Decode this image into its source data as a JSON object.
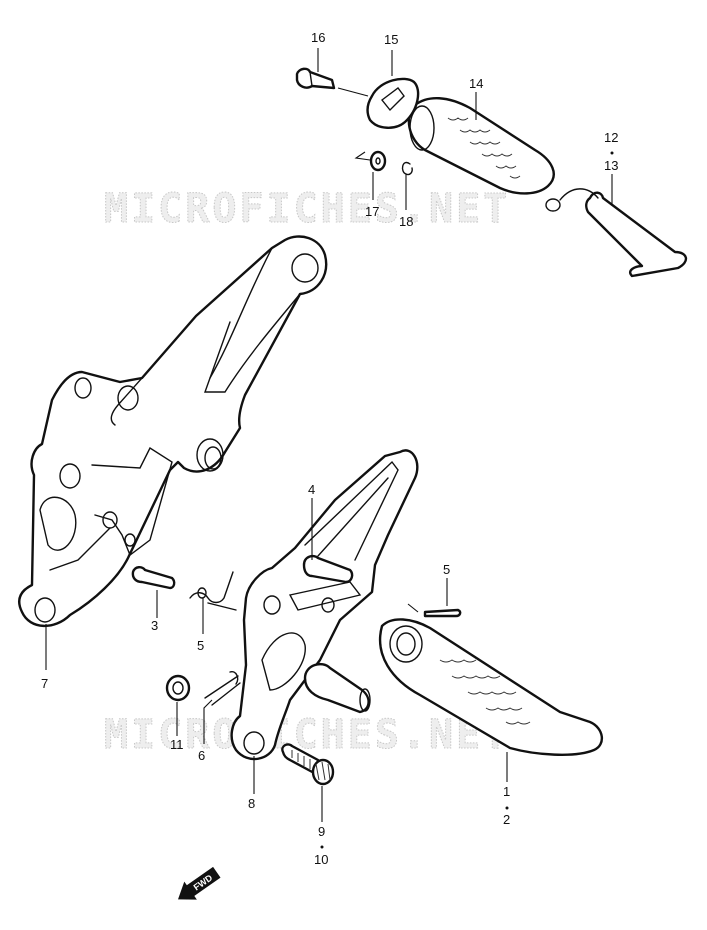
{
  "watermark": "MICROFICHES.NET",
  "direction_badge": "FWD",
  "callouts": {
    "c16": "16",
    "c15": "15",
    "c14": "14",
    "c12": "12",
    "c13": "13",
    "c17": "17",
    "c18": "18",
    "c4": "4",
    "c5a": "5",
    "c5b": "5",
    "c3": "3",
    "c7": "7",
    "c11": "11",
    "c6": "6",
    "c8": "8",
    "c1": "1",
    "c2": "2",
    "c9": "9",
    "c10": "10"
  }
}
